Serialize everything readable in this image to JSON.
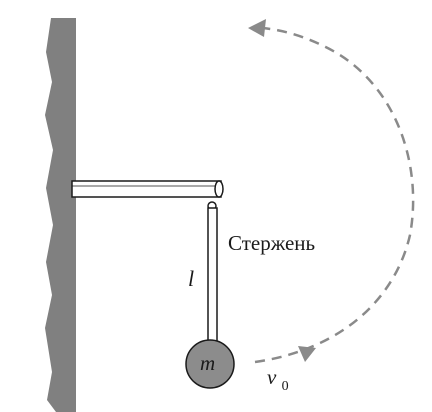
{
  "labels": {
    "rod": "Стержень",
    "length": "l",
    "mass": "m",
    "velocity_main": "v",
    "velocity_sub": "0"
  },
  "colors": {
    "wall": "#808080",
    "ball": "#8c8c8c",
    "stroke": "#1a1a1a",
    "arrow": "#8a8a8a"
  }
}
